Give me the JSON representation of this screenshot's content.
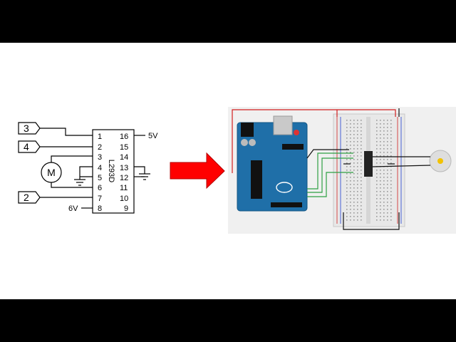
{
  "schematic": {
    "ic_label": "L293D",
    "left_pins": [
      "1",
      "2",
      "3",
      "4",
      "5",
      "6",
      "7",
      "8"
    ],
    "right_pins": [
      "16",
      "15",
      "14",
      "13",
      "12",
      "11",
      "10",
      "9"
    ],
    "arduino_connectors": [
      "3",
      "4",
      "2"
    ],
    "motor_label": "M",
    "supply_5v": "5V",
    "supply_6v": "6V"
  },
  "colors": {
    "arrow": "#ff0000",
    "arduino_board": "#1f6fa8",
    "wire_red": "#d11f1f",
    "wire_green": "#2ea043",
    "wire_black": "#111111",
    "breadboard": "#e8e8e8",
    "photo_background": "#f0f0f0"
  }
}
